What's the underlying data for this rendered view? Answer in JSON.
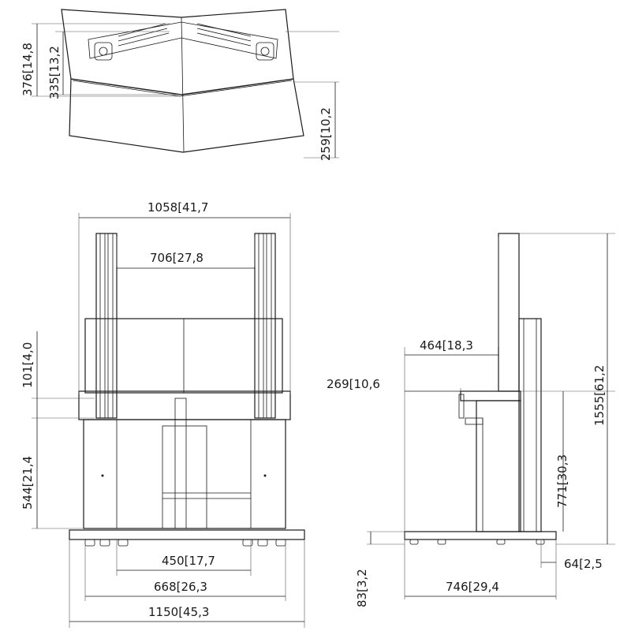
{
  "dimensions": {
    "top_view": [
      {
        "mm": "376",
        "inch": "14,8"
      },
      {
        "mm": "335",
        "inch": "13,2"
      },
      {
        "mm": "259",
        "inch": "10,2"
      }
    ],
    "front_view": [
      {
        "mm": "1058",
        "inch": "41,7"
      },
      {
        "mm": "706",
        "inch": "27,8"
      },
      {
        "mm": "101",
        "inch": "4,0"
      },
      {
        "mm": "544",
        "inch": "21,4"
      },
      {
        "mm": "450",
        "inch": "17,7"
      },
      {
        "mm": "668",
        "inch": "26,3"
      },
      {
        "mm": "1150",
        "inch": "45,3"
      }
    ],
    "side_view": [
      {
        "mm": "464",
        "inch": "18,3"
      },
      {
        "mm": "269",
        "inch": "10,6"
      },
      {
        "mm": "771",
        "inch": "30,3"
      },
      {
        "mm": "1555",
        "inch": "61,2"
      },
      {
        "mm": "64",
        "inch": "2,5"
      },
      {
        "mm": "83",
        "inch": "3,2"
      },
      {
        "mm": "746",
        "inch": "29,4"
      }
    ]
  }
}
